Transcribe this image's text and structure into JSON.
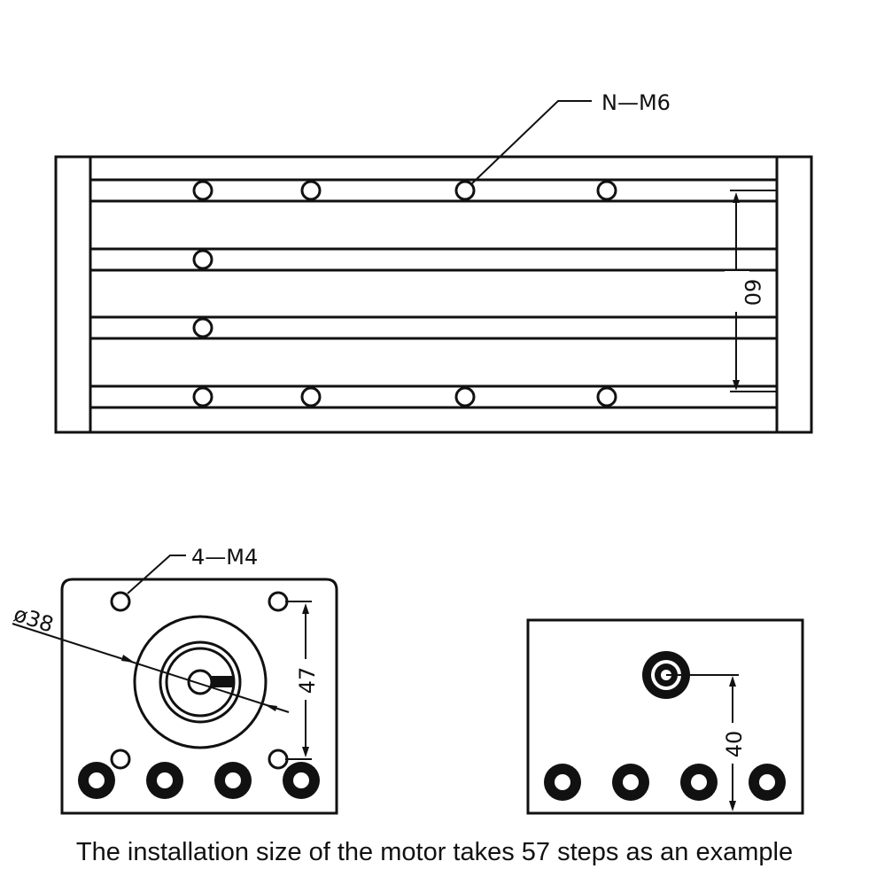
{
  "top_view": {
    "hole_callout": "N—M6",
    "dimension_60": "60"
  },
  "motor_view": {
    "hole_callout": "4—M4",
    "diameter_label": "ø38",
    "dimension_47": "47"
  },
  "side_view": {
    "dimension_40": "40"
  },
  "caption": "The installation size of the motor takes 57 steps as an example"
}
